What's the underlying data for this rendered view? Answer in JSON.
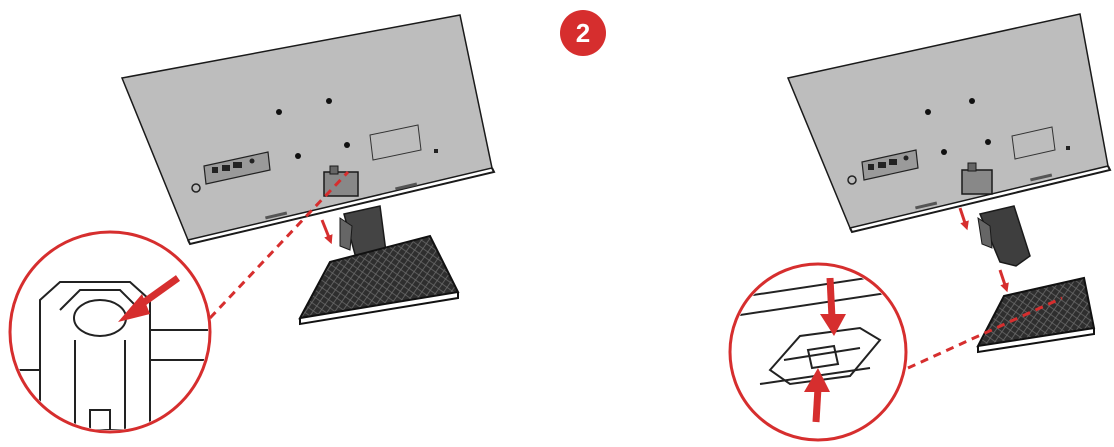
{
  "step": {
    "number": "2"
  },
  "colors": {
    "accent": "#d62e2e",
    "monitor_back": "#bdbdbd",
    "outline": "#1a1a1a",
    "base": "#3a3a3a",
    "background": "#ffffff"
  },
  "panels": [
    {
      "id": "attach-neck",
      "monitor_icon": "monitor-back-icon",
      "detail_icon": "neck-socket-detail-icon",
      "arrow_icon": "insert-arrow-icon"
    },
    {
      "id": "attach-base",
      "monitor_icon": "monitor-back-icon",
      "detail_icon": "base-clip-detail-icon",
      "arrow_icon": "insert-arrow-icon"
    }
  ]
}
